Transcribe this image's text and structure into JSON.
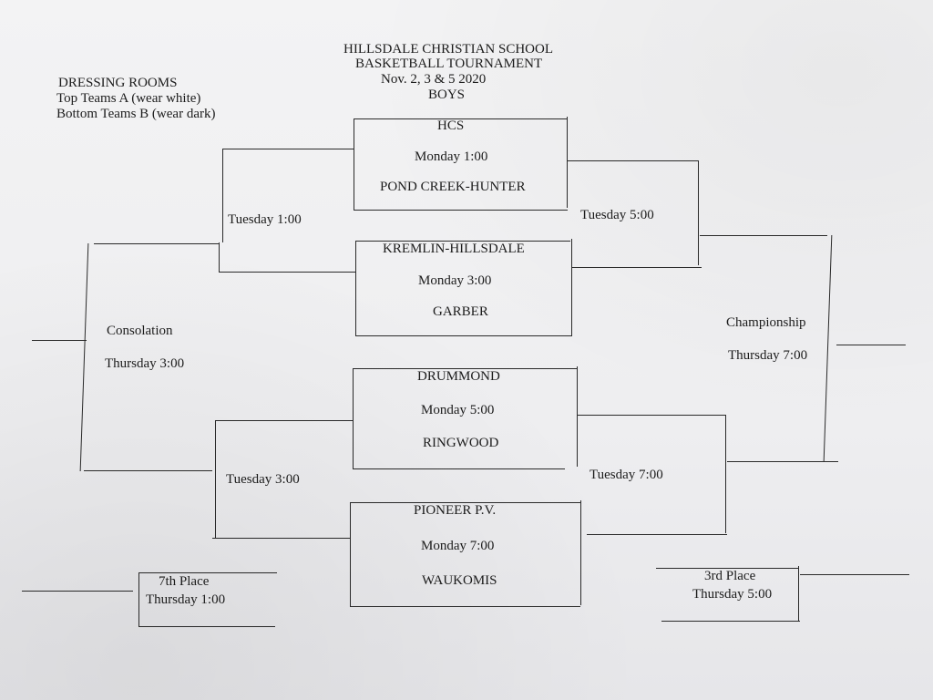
{
  "header": {
    "school": "HILLSDALE CHRISTIAN SCHOOL",
    "event": "BASKETBALL TOURNAMENT",
    "dates": "Nov. 2, 3 & 5  2020",
    "division": "BOYS"
  },
  "dressing_rooms": {
    "title": "DRESSING ROOMS",
    "top": "Top Teams A (wear white)",
    "bottom": "Bottom Teams B (wear dark)"
  },
  "first_round": [
    {
      "team_a": "HCS",
      "time": "Monday  1:00",
      "team_b": "POND CREEK-HUNTER"
    },
    {
      "team_a": "KREMLIN-HILLSDALE",
      "time": "Monday  3:00",
      "team_b": "GARBER"
    },
    {
      "team_a": "DRUMMOND",
      "time": "Monday 5:00",
      "team_b": "RINGWOOD"
    },
    {
      "team_a": "PIONEER P.V.",
      "time": "Monday 7:00",
      "team_b": "WAUKOMIS"
    }
  ],
  "consolation_round": {
    "top": "Tuesday   1:00",
    "bottom": "Tuesday   3:00"
  },
  "semifinals": {
    "top": "Tuesday    5:00",
    "bottom": "Tuesday   7:00"
  },
  "consolation": {
    "label": "Consolation",
    "time": "Thursday  3:00"
  },
  "championship": {
    "label": "Championship",
    "time": "Thursday   7:00"
  },
  "seventh_place": {
    "label": "7th Place",
    "time": "Thursday   1:00"
  },
  "third_place": {
    "label": "3rd Place",
    "time": "Thursday  5:00"
  }
}
